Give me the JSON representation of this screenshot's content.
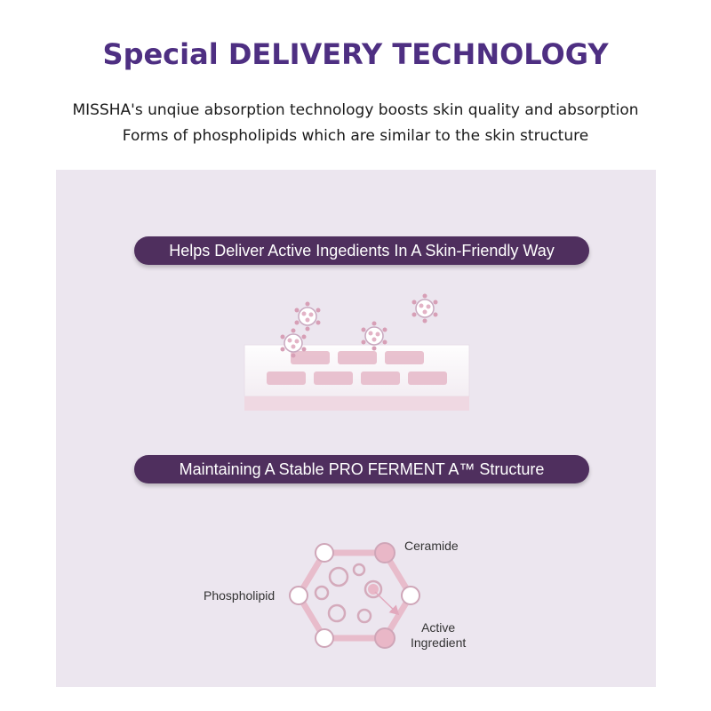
{
  "header": {
    "title": "Special DELIVERY TECHNOLOGY",
    "line1": "MISSHA's unqiue absorption technology boosts skin quality and absorption",
    "line2": "Forms of phospholipids which are similar to the skin structure"
  },
  "section1": {
    "label": "Helps Deliver Active Ingedients In A Skin-Friendly Way",
    "icons": [
      "skin-barrier-icon",
      "molecule-icon"
    ]
  },
  "section2": {
    "label": "Maintaining A Stable PRO FERMENT  A™ Structure",
    "labels": {
      "ceramide": "Ceramide",
      "phospholipid": "Phospholipid",
      "active_line1": "Active",
      "active_line2": "Ingredient"
    }
  },
  "colors": {
    "title": "#4e2f82",
    "pill": "#4f2f5e",
    "panel": "#ece6ef",
    "accent_pink": "#e9b7c7"
  }
}
